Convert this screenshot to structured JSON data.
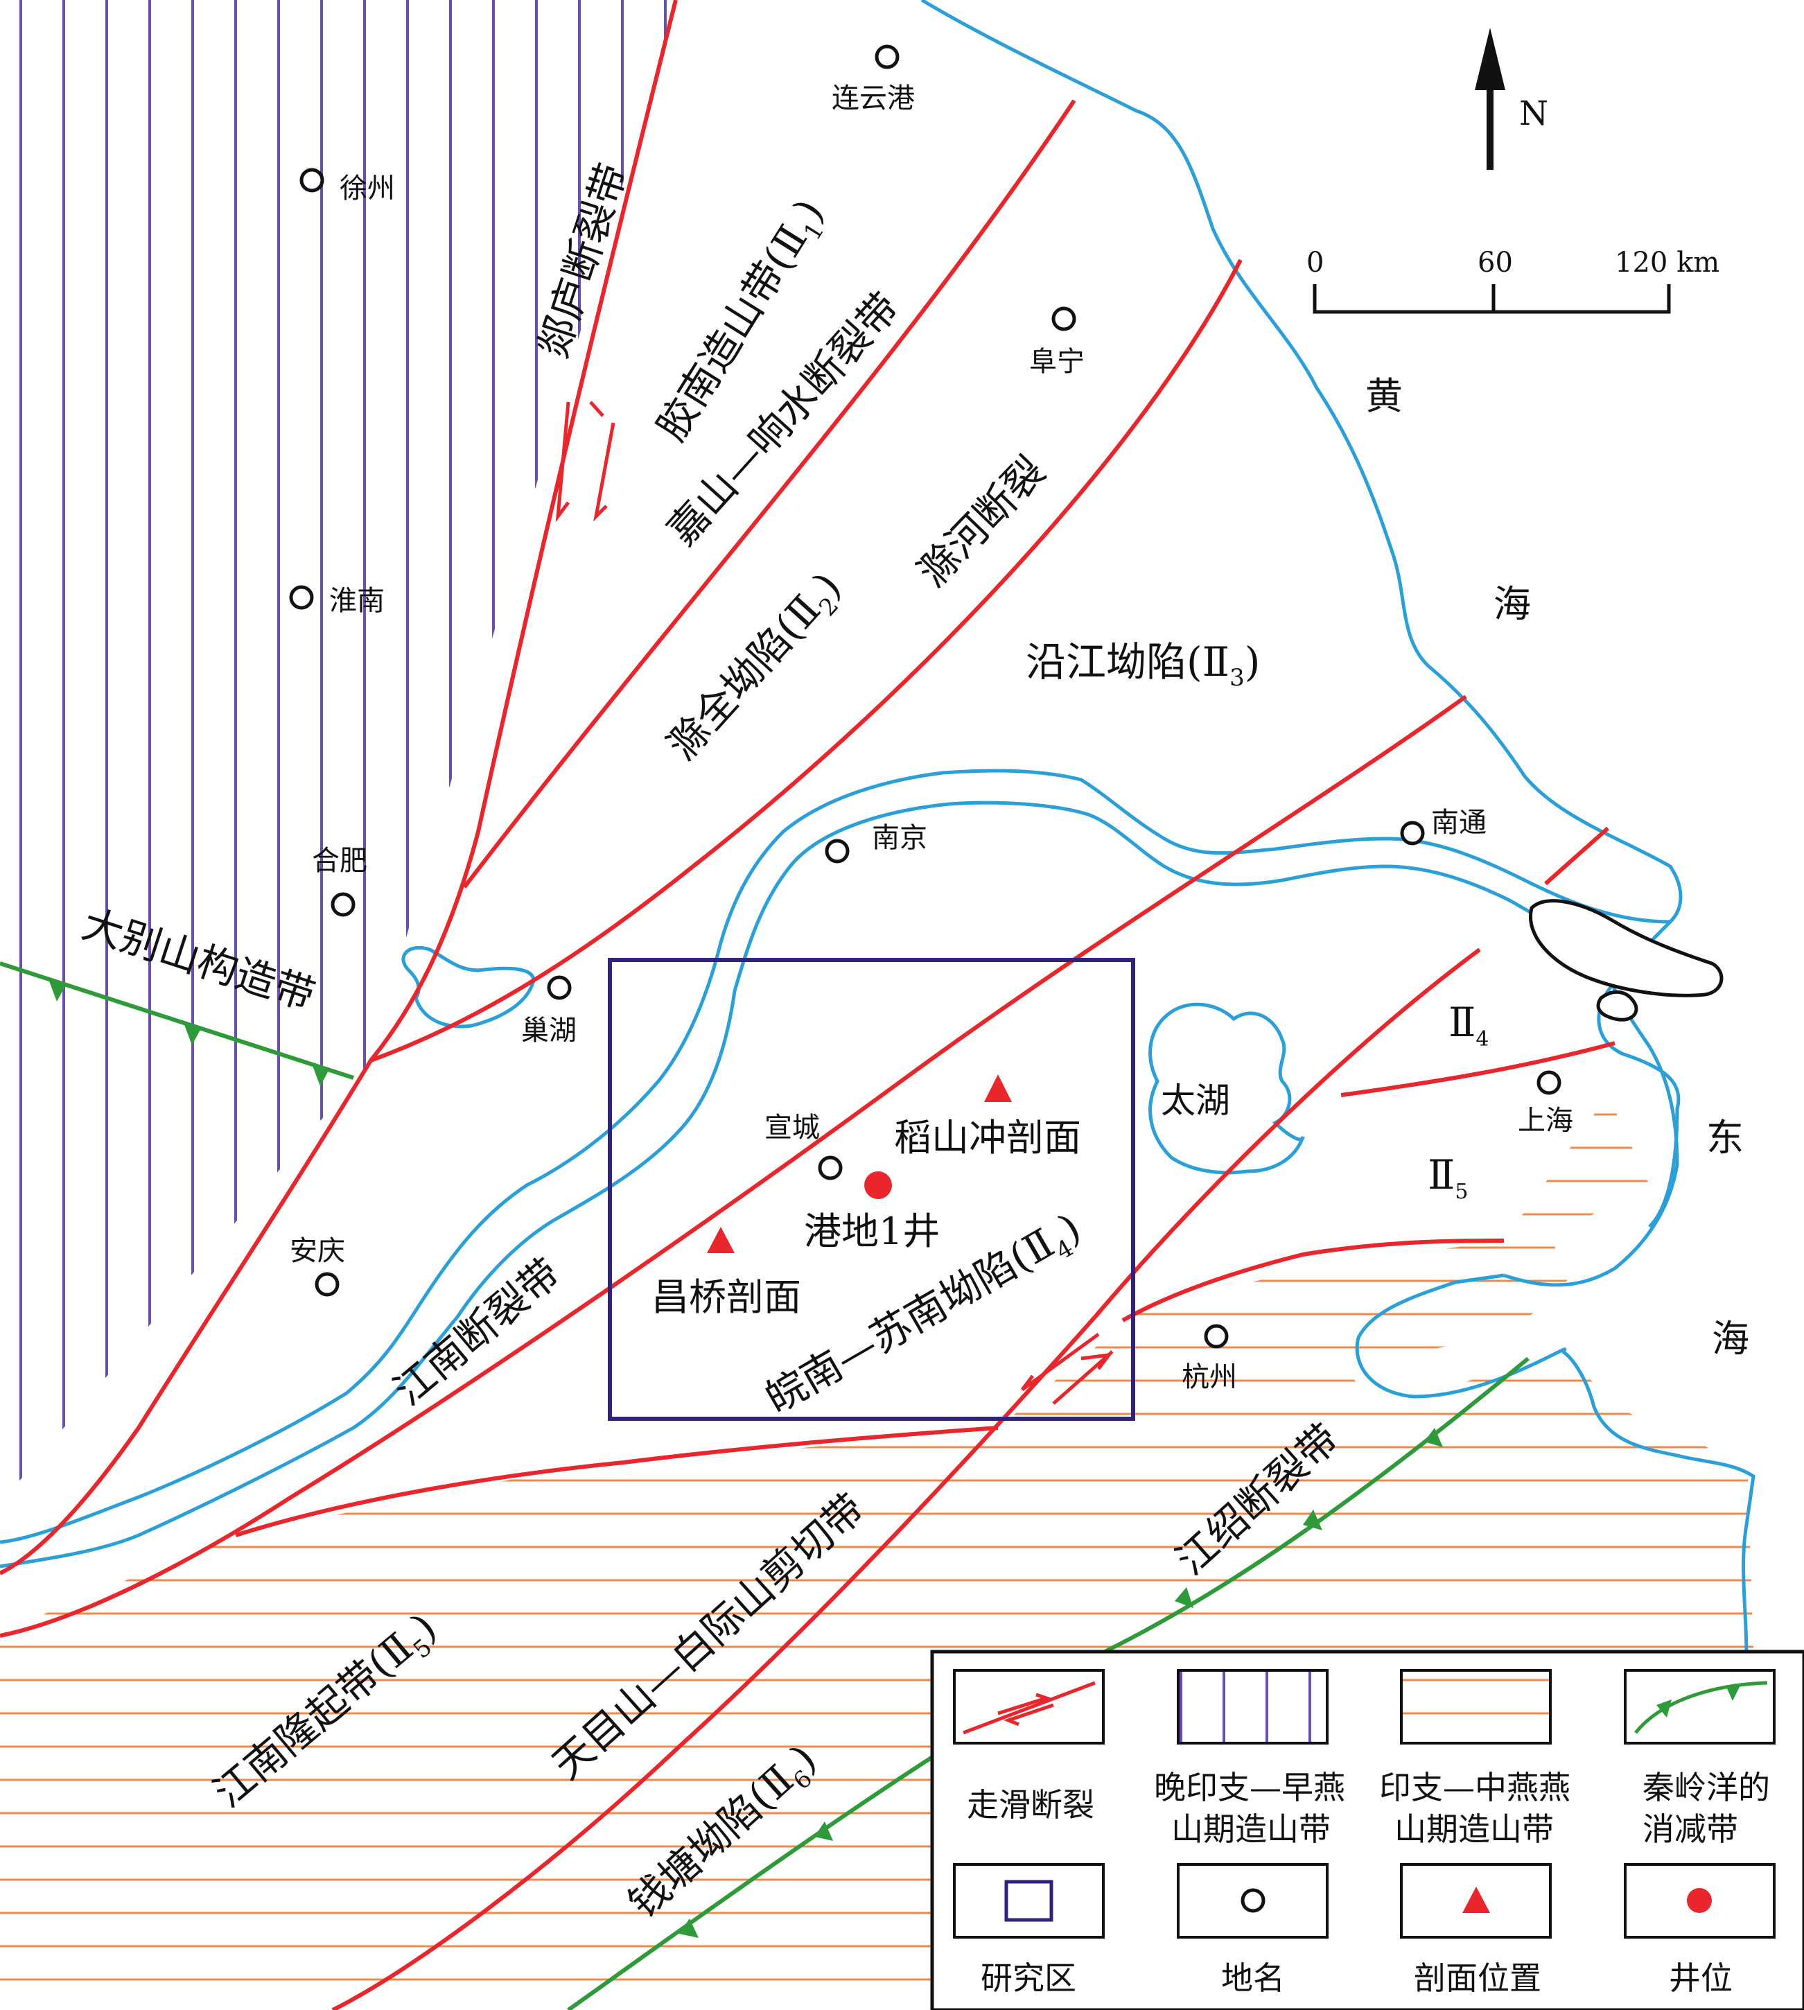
{
  "north": {
    "label": "N"
  },
  "scale": {
    "ticks": [
      "0",
      "60",
      "120 km"
    ]
  },
  "cities": [
    {
      "name": "连云港"
    },
    {
      "name": "徐州"
    },
    {
      "name": "阜宁"
    },
    {
      "name": "淮南"
    },
    {
      "name": "南京"
    },
    {
      "name": "南通"
    },
    {
      "name": "合肥"
    },
    {
      "name": "巢湖"
    },
    {
      "name": "宣城"
    },
    {
      "name": "安庆"
    },
    {
      "name": "上海"
    },
    {
      "name": "杭州"
    }
  ],
  "seas": {
    "yellow": [
      "黄",
      "海"
    ],
    "east": [
      "东",
      "海"
    ]
  },
  "lake": "太湖",
  "faults": {
    "tanlu": "郯庐断裂带",
    "jiashan": "嘉山—响水断裂带",
    "chuhe": "滁河断裂",
    "jiangnan": "江南断裂带",
    "tianmu": "天目山—白际山剪切带",
    "jiangshao": "江绍断裂带",
    "dabie": "大别山构造带"
  },
  "units": {
    "jiaonan": {
      "text": "胶南造山带(Ⅱ",
      "sub": "1",
      "close": ")"
    },
    "chuquan": {
      "text": "滁全坳陷(Ⅱ",
      "sub": "2",
      "close": ")"
    },
    "yanjiang": {
      "text": "沿江坳陷(Ⅱ",
      "sub": "3",
      "close": ")"
    },
    "wannan": {
      "text": "皖南—苏南坳陷(Ⅱ",
      "sub": "4",
      "close": ")"
    },
    "jiangnan_uplift": {
      "text": "江南隆起带(Ⅱ",
      "sub": "5",
      "close": ")"
    },
    "qiantang": {
      "text": "钱塘坳陷(Ⅱ",
      "sub": "6",
      "close": ")"
    },
    "east_ii4": {
      "text": "Ⅱ",
      "sub": "4"
    },
    "east_ii5": {
      "text": "Ⅱ",
      "sub": "5"
    }
  },
  "sites": {
    "daoshanchong": "稻山冲剖面",
    "changqiao": "昌桥剖面",
    "well": "港地1井"
  },
  "legend": {
    "strike_slip": "走滑断裂",
    "late_indosinian": [
      "晚印支—早燕",
      "山期造山带"
    ],
    "indosinian_yanshan": [
      "印支—中燕燕",
      "山期造山带"
    ],
    "qinling": [
      "秦岭洋的",
      "消减带"
    ],
    "study_area": "研究区",
    "place": "地名",
    "section": "剖面位置",
    "well": "井位"
  },
  "colors": {
    "fault": "#e8262b",
    "water": "#2a9fd8",
    "purple": "#6a4fb0",
    "orange": "#f08a4b",
    "green": "#2e9a3a",
    "box": "#2e2480"
  }
}
